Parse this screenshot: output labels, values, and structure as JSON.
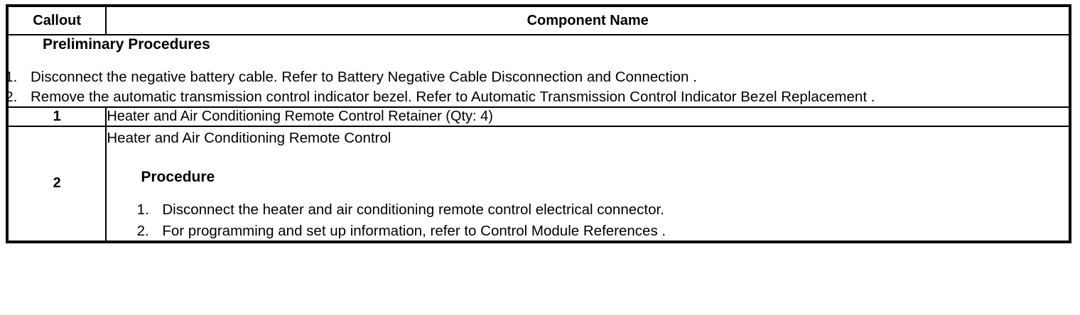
{
  "table": {
    "headers": {
      "callout": "Callout",
      "component_name": "Component Name"
    },
    "preliminary": {
      "heading": "Preliminary Procedures",
      "steps": [
        "Disconnect the negative battery cable. Refer to Battery Negative Cable Disconnection and Connection .",
        "Remove the automatic transmission control indicator bezel. Refer to Automatic Transmission Control Indicator Bezel Replacement ."
      ]
    },
    "rows": [
      {
        "callout": "1",
        "name": "Heater and Air Conditioning Remote Control Retainer (Qty: 4)"
      },
      {
        "callout": "2",
        "name": "Heater and Air Conditioning Remote Control",
        "procedure_heading": "Procedure",
        "procedure_steps": [
          "Disconnect the heater and air conditioning remote control electrical connector.",
          "For programming and set up information, refer to Control Module References ."
        ]
      }
    ]
  },
  "colors": {
    "border": "#000000",
    "text": "#000000",
    "background": "#ffffff"
  }
}
